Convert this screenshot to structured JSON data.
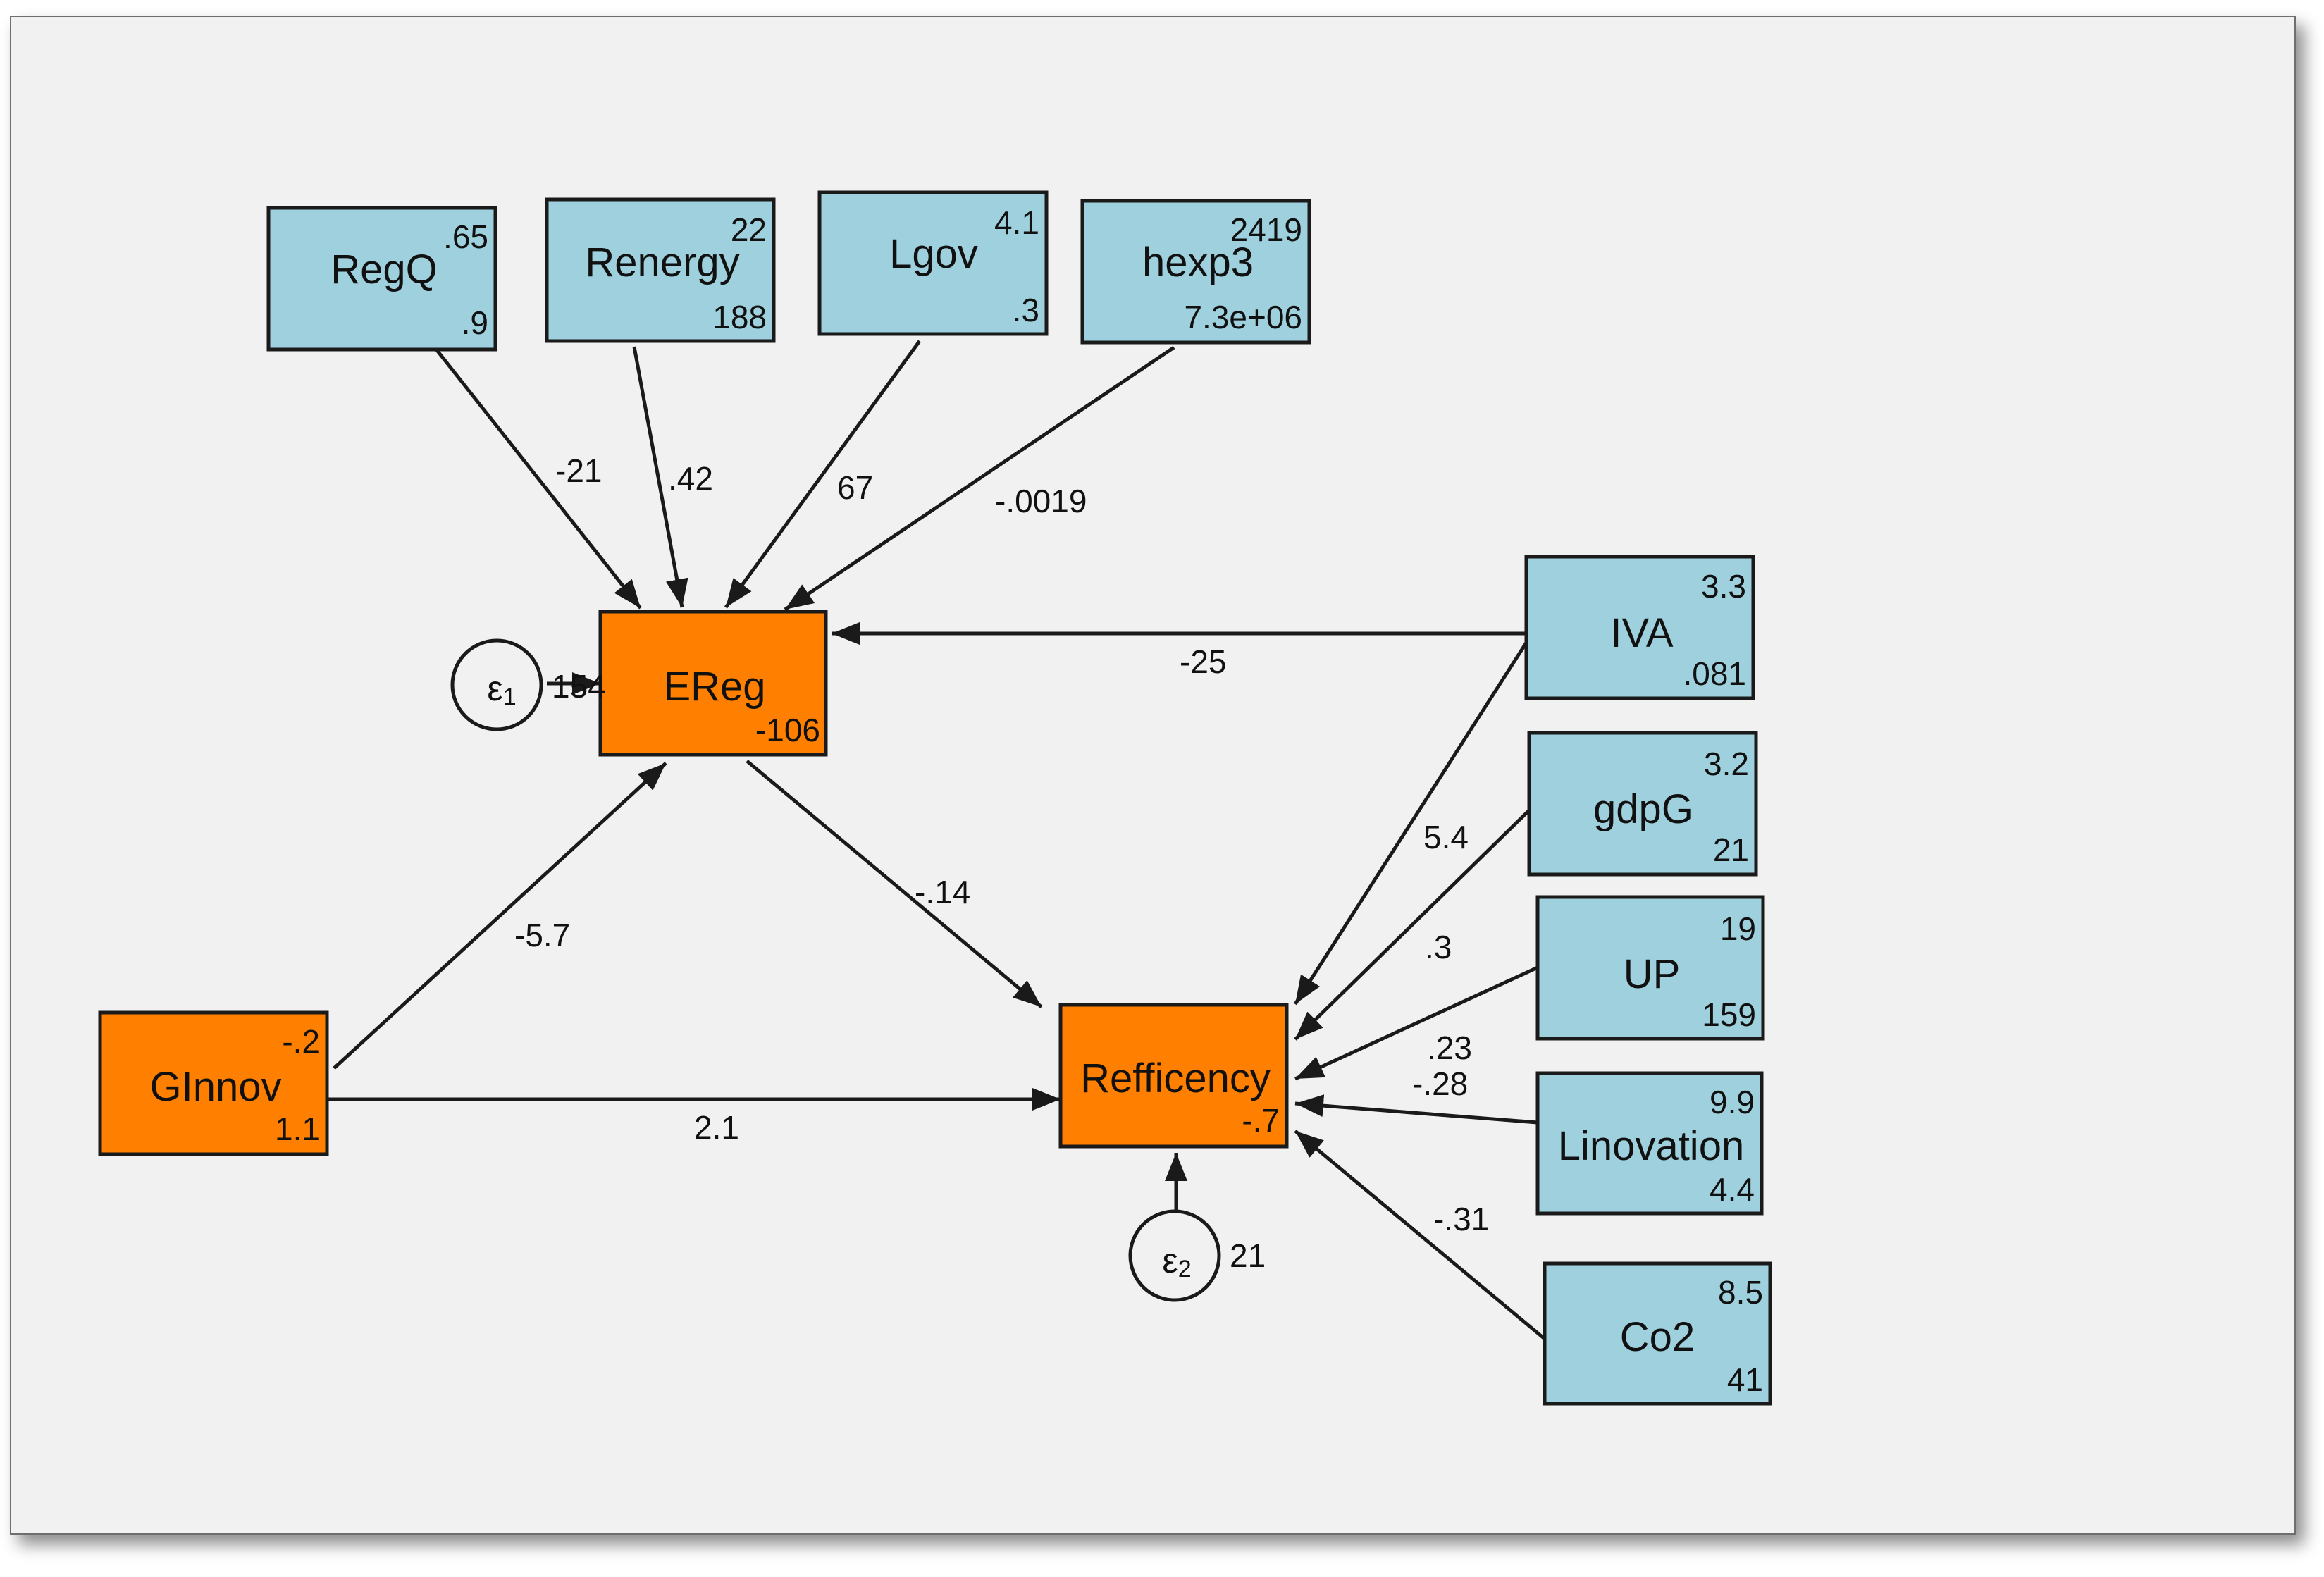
{
  "colors": {
    "exogenous_fill": "#9fd0dd",
    "endogenous_fill": "#ff7f00",
    "background": "#f1f1f1",
    "stroke": "#1a1a1a"
  },
  "nodes": {
    "regq": {
      "name": "RegQ",
      "top": ".65",
      "bottom": ".9"
    },
    "renergy": {
      "name": "Renergy",
      "top": "22",
      "bottom": "188"
    },
    "lgov": {
      "name": "Lgov",
      "top": "4.1",
      "bottom": ".3"
    },
    "hexp3": {
      "name": "hexp3",
      "top": "2419",
      "bottom": "7.3e+06"
    },
    "ereg": {
      "name": "EReg",
      "bottom": "-106"
    },
    "ginnov": {
      "name": "GInnov",
      "top": "-.2",
      "bottom": "1.1"
    },
    "refficency": {
      "name": "Refficency",
      "bottom": "-.7"
    },
    "iva": {
      "name": "IVA",
      "top": "3.3",
      "bottom": ".081"
    },
    "gdpg": {
      "name": "gdpG",
      "top": "3.2",
      "bottom": "21"
    },
    "up": {
      "name": "UP",
      "top": "19",
      "bottom": "159"
    },
    "linovation": {
      "name": "Linovation",
      "top": "9.9",
      "bottom": "4.4"
    },
    "co2": {
      "name": "Co2",
      "top": "8.5",
      "bottom": "41"
    }
  },
  "errors": {
    "e1": {
      "symbol": "ε",
      "index": "1",
      "variance": "154"
    },
    "e2": {
      "symbol": "ε",
      "index": "2",
      "variance": "21"
    }
  },
  "paths": {
    "regq_ereg": "-21",
    "renergy_ereg": ".42",
    "lgov_ereg": "67",
    "hexp3_ereg": "-.0019",
    "iva_ereg": "-25",
    "ginnov_ereg": "-5.7",
    "ereg_refficency": "-.14",
    "ginnov_refficency": "2.1",
    "iva_refficency": "5.4",
    "gdpg_refficency": ".3",
    "up_refficency": ".23",
    "linovation_refficency": "-.28",
    "co2_refficency": "-.31"
  }
}
